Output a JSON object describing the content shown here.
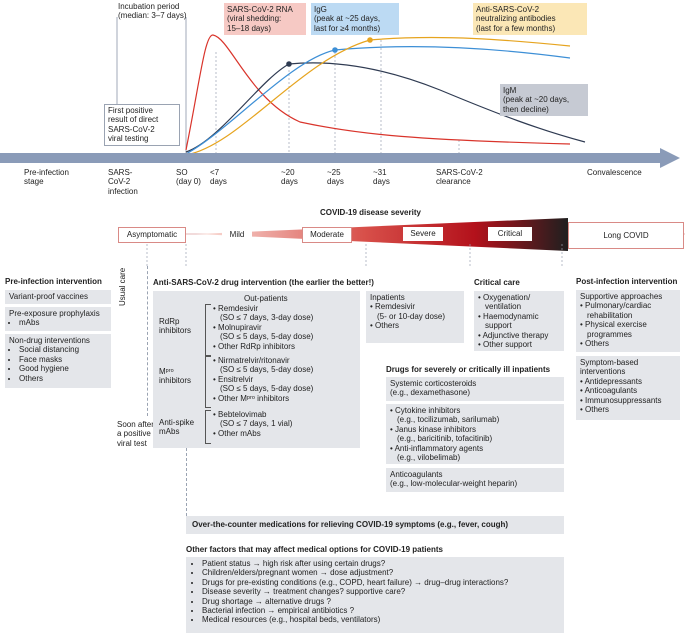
{
  "timeline": {
    "incubation": [
      "Incubation period",
      "(median: 3–7 days)"
    ],
    "rna_label": [
      "SARS-CoV-2 RNA",
      "(viral shedding:",
      "15–18 days)"
    ],
    "igg_label": [
      "IgG",
      "(peak at ~25 days,",
      "last for ≥4 months)"
    ],
    "nab_label": [
      "Anti-SARS-CoV-2",
      "neutralizing antibodies",
      "(last for a few months)"
    ],
    "igm_label": [
      "IgM",
      "(peak at ~20 days,",
      "then decline)"
    ],
    "first_positive": [
      "First positive",
      "result of direct",
      "SARS-CoV-2",
      "viral testing"
    ],
    "axis_labels": {
      "pre_infection": [
        "Pre-infection",
        "stage"
      ],
      "infection": [
        "SARS-",
        "CoV-2",
        "infection"
      ],
      "so": [
        "SO",
        "(day 0)"
      ],
      "d7": [
        "<7",
        "days"
      ],
      "d20": [
        "~20",
        "days"
      ],
      "d25": [
        "~25",
        "days"
      ],
      "d31": [
        "~31",
        "days"
      ],
      "clearance": [
        "SARS-CoV-2",
        "clearance"
      ],
      "convalescence": "Convalescence"
    },
    "colors": {
      "rna": "#d9342b",
      "igg": "#3d8fd6",
      "nab": "#e6a41f",
      "igm": "#2f3b52",
      "axis": "#8a9bb8"
    }
  },
  "severity": {
    "title": "COVID-19 disease severity",
    "stages": [
      "Asymptomatic",
      "Mild",
      "Moderate",
      "Severe",
      "Critical",
      "Long COVID"
    ]
  },
  "pre_infection": {
    "title": "Pre-infection intervention",
    "boxes": [
      {
        "title": "Variant-proof vaccines",
        "items": []
      },
      {
        "title": "Pre-exposure prophylaxis",
        "items": [
          "mAbs"
        ]
      },
      {
        "title": "Non-drug interventions",
        "items": [
          "Social distancing",
          "Face masks",
          "Good hygiene",
          "Others"
        ]
      }
    ]
  },
  "usual_care": "Usual care",
  "soon_after": [
    "Soon after",
    "a positive",
    "viral test"
  ],
  "anti_drug": {
    "title": "Anti-SARS-CoV-2 drug intervention (the earlier the better!)",
    "outpatients": "Out-patients",
    "groups": [
      {
        "label": [
          "RdRp",
          "inhibitors"
        ],
        "items": [
          [
            "Remdesivir",
            "(SO ≤ 7 days, 3-day dose)"
          ],
          [
            "Molnupiravir",
            "(SO ≤ 5 days, 5-day dose)"
          ],
          [
            "Other RdRp inhibitors"
          ]
        ]
      },
      {
        "label": [
          "Mᵖʳᵒ",
          "inhibitors"
        ],
        "items": [
          [
            "Nirmatrelvir/ritonavir",
            "(SO ≤ 5 days, 5-day dose)"
          ],
          [
            "Ensitrelvir",
            "(SO ≤ 5 days, 5-day dose)"
          ],
          [
            "Other Mᵖʳᵒ inhibitors"
          ]
        ]
      },
      {
        "label": [
          "Anti-spike",
          "mAbs"
        ],
        "items": [
          [
            "Bebtelovimab",
            "(SO ≤ 7 days, 1 vial)"
          ],
          [
            "Other mAbs"
          ]
        ]
      }
    ],
    "inpatients": {
      "title": "Inpatients",
      "items": [
        [
          "Remdesivir",
          "(5- or 10-day dose)"
        ],
        [
          "Others"
        ]
      ]
    }
  },
  "critical_care": {
    "title": "Critical care",
    "items": [
      [
        "Oxygenation/",
        "ventilation"
      ],
      [
        "Haemodynamic",
        "support"
      ],
      [
        "Adjunctive therapy"
      ],
      [
        "Other support"
      ]
    ]
  },
  "severe_drugs": {
    "title": "Drugs for severely or critically ill inpatients",
    "corticosteroids": [
      "Systemic corticosteroids",
      "(e.g., dexamethasone)"
    ],
    "items": [
      [
        "Cytokine inhibitors",
        "(e.g., tocilizumab, sarilumab)"
      ],
      [
        "Janus kinase inhibitors",
        "(e.g., baricitinib, tofacitinib)"
      ],
      [
        "Anti-inflammatory agents",
        "(e.g., vilobelimab)"
      ]
    ],
    "anticoagulants": [
      "Anticoagulants",
      "(e.g., low-molecular-weight heparin)"
    ]
  },
  "post_infection": {
    "title": "Post-infection intervention",
    "boxes": [
      {
        "title": "Supportive approaches",
        "items": [
          [
            "Pulmonary/cardiac",
            "rehabilitation"
          ],
          [
            "Physical exercise",
            "programmes"
          ],
          [
            "Others"
          ]
        ]
      },
      {
        "title": "Symptom-based",
        "title2": "interventions",
        "items": [
          [
            "Antidepressants"
          ],
          [
            "Anticoagulants"
          ],
          [
            "Immunosuppressants"
          ],
          [
            "Others"
          ]
        ]
      }
    ]
  },
  "otc": "Over-the-counter medications for relieving COVID-19 symptoms (e.g., fever, cough)",
  "other_factors": {
    "title": "Other factors that may affect medical options for COVID-19 patients",
    "items": [
      "Patient status → high risk after using certain drugs?",
      "Children/elders/pregnant women → dose adjustment?",
      "Drugs for pre-existing conditions (e.g., COPD, heart failure) → drug–drug interactions?",
      "Disease severity → treatment changes? supportive care?",
      "Drug shortage → alternative drugs ?",
      "Bacterial infection → empirical antibiotics ?",
      "Medical resources (e.g., hospital beds, ventilators)"
    ]
  }
}
